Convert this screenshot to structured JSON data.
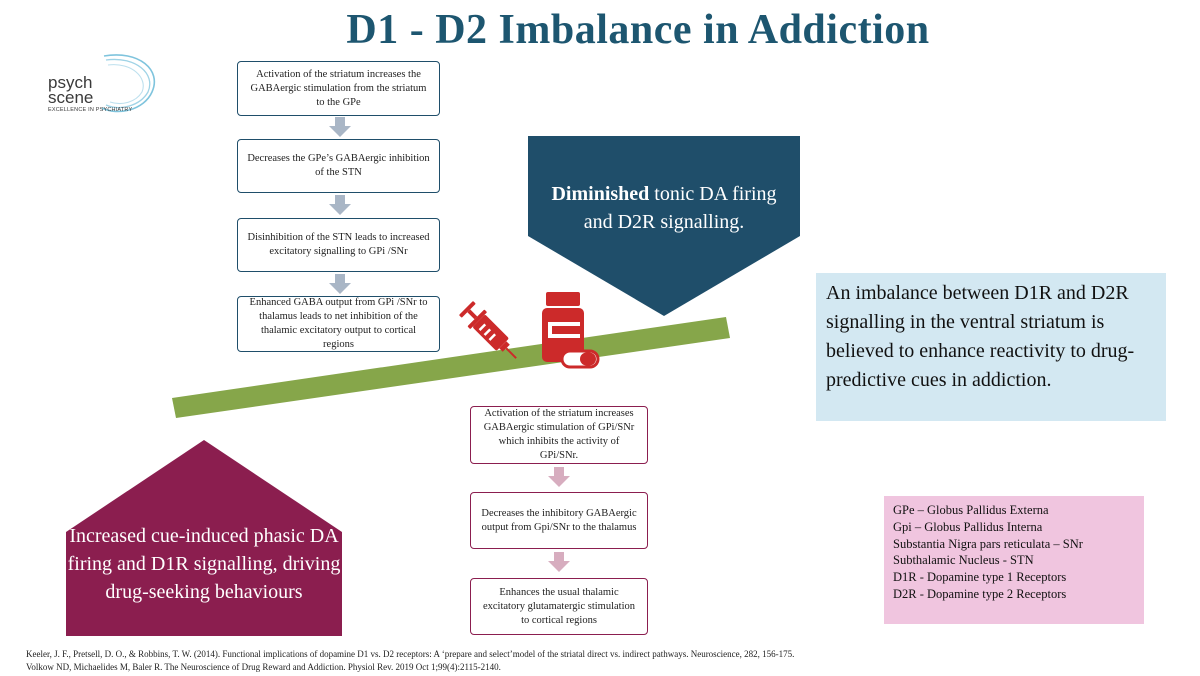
{
  "title": "D1 - D2 Imbalance in Addiction",
  "logo": {
    "line1": "psych",
    "line2": "scene",
    "tagline": "EXCELLENCE IN PSYCHIATRY"
  },
  "d2_pathway_steps": [
    "Activation of the striatum increases the GABAergic stimulation from the striatum to the GPe",
    "Decreases the GPe’s GABAergic inhibition of the STN",
    "Disinhibition of the STN leads to increased excitatory signalling to GPi /SNr",
    "Enhanced GABA output from GPi /SNr  to thalamus leads to net inhibition of the thalamic excitatory output to cortical regions"
  ],
  "d1_pathway_steps": [
    "Activation of the striatum increases GABAergic stimulation of GPi/SNr which inhibits the activity of GPi/SNr.",
    "Decreases the inhibitory GABAergic output from Gpi/SNr to the thalamus",
    "Enhances the usual thalamic excitatory glutamatergic stimulation to cortical regions"
  ],
  "diminished": {
    "bold": "Diminished",
    "rest_line1": " tonic DA firing",
    "line2": "and D2R signalling."
  },
  "increased": {
    "text": "Increased cue-induced phasic DA firing and D1R signalling, driving drug-seeking behaviours"
  },
  "imbalance_text": "An imbalance between D1R and D2R signalling in the ventral striatum is believed to enhance reactivity to drug-predictive cues in addiction.",
  "legend": [
    "GPe – Globus Pallidus Externa",
    "Gpi – Globus Pallidus Interna",
    "Substantia Nigra pars reticulata – SNr",
    "Subthalamic Nucleus - STN",
    "D1R - Dopamine type 1 Receptors",
    "D2R - Dopamine type 2 Receptors"
  ],
  "references": [
    "Keeler, J. F., Pretsell, D. O., & Robbins, T. W. (2014). Functional implications of dopamine D1 vs. D2 receptors: A ‘prepare and select’model of the striatal direct vs. indirect pathways. Neuroscience, 282, 156-175.",
    "Volkow ND, Michaelides M, Baler R. The Neuroscience of Drug Reward and Addiction. Physiol Rev. 2019 Oct 1;99(4):2115-2140."
  ],
  "colors": {
    "title": "#1d5670",
    "diminished_shape": "#1f4e6a",
    "increased_shape": "#8b1e4f",
    "seesaw_bar": "#86a64a",
    "blue_arrow": "#a9b6c6",
    "pink_arrow": "#d7adbf",
    "drug_icons": "#cc2a2a",
    "imbalance_box": "#d3e8f2",
    "legend_box": "#f0c5df"
  },
  "icons": [
    "syringe-icon",
    "pill-bottle-icon",
    "capsule-icon"
  ]
}
